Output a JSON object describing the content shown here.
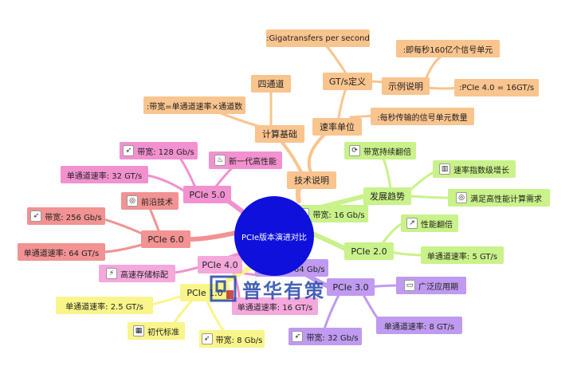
{
  "center": "PCIe版本演进对比",
  "tech": {
    "title": "技术说明",
    "rate_unit": "速率单位",
    "calc_basis": "计算基础",
    "four_lane": "四通道",
    "bandwidth_formula": ":带宽=单通道速率×通道数",
    "gts_def": "GT/s定义",
    "gigatransfers": ":Gigatransfers per second",
    "example": "示例说明",
    "billion_signals": ":即每秒160亿个信号单元",
    "pcie4_16": ":PCIe 4.0 = 16GT/s",
    "signals_per_sec": ":每秒传输的信号单元数量"
  },
  "trend": {
    "title": "发展趋势",
    "double": "带宽持续翻倍",
    "exp_growth": "速率指数级增长",
    "hpc": "满足高性能计算需求"
  },
  "pcie2": {
    "title": "PCIe 2.0",
    "bandwidth": "带宽: 16 Gb/s",
    "perf_double": "性能翻倍",
    "lane_rate": "单通道速率: 5 GT/s"
  },
  "pcie3": {
    "title": "PCIe 3.0",
    "bandwidth": "带宽: 64 Gb/s",
    "widely_used": "广泛应用期",
    "lane_rate": "单通道速率: 8 GT/s",
    "bandwidth2": "带宽: 32 Gb/s"
  },
  "pcie4": {
    "title": "PCIe 4.0",
    "storage": "高速存储标配",
    "lane_rate": "单通道速率: 16 GT/s"
  },
  "pcie1": {
    "title": "PCIe 1.0",
    "lane_rate": "单通道速率: 2.5 GT/s",
    "initial": "初代标准",
    "bandwidth": "带宽: 8 Gb/s"
  },
  "pcie5": {
    "title": "PCIe 5.0",
    "bandwidth": "带宽: 128 Gb/s",
    "new_gen": "新一代高性能",
    "lane_rate": "单通道速率: 32 GT/s"
  },
  "pcie6": {
    "title": "PCIe 6.0",
    "cutting_edge": "前沿技术",
    "bandwidth": "带宽: 256 Gb/s",
    "lane_rate": "单通道速率: 64 GT/s"
  },
  "icons": {
    "rocket": "rocket-icon",
    "refresh": "refresh-icon",
    "bar_chart": "bar-chart-icon",
    "target": "target-icon",
    "line_chart": "line-chart-icon",
    "fire": "fire-icon",
    "laptop": "laptop-icon",
    "lightning": "lightning-icon",
    "calendar": "calendar-icon"
  },
  "colors": {
    "center": "#1010dd",
    "tech_branch": "#f9c48e",
    "trend_branch": "#c9f28a",
    "pcie3_branch": "#bf9af0",
    "pcie1_branch": "#f9f58a",
    "pcie6_branch": "#f29292",
    "pcie5_branch": "#f291cf"
  },
  "watermark": "普华有策"
}
